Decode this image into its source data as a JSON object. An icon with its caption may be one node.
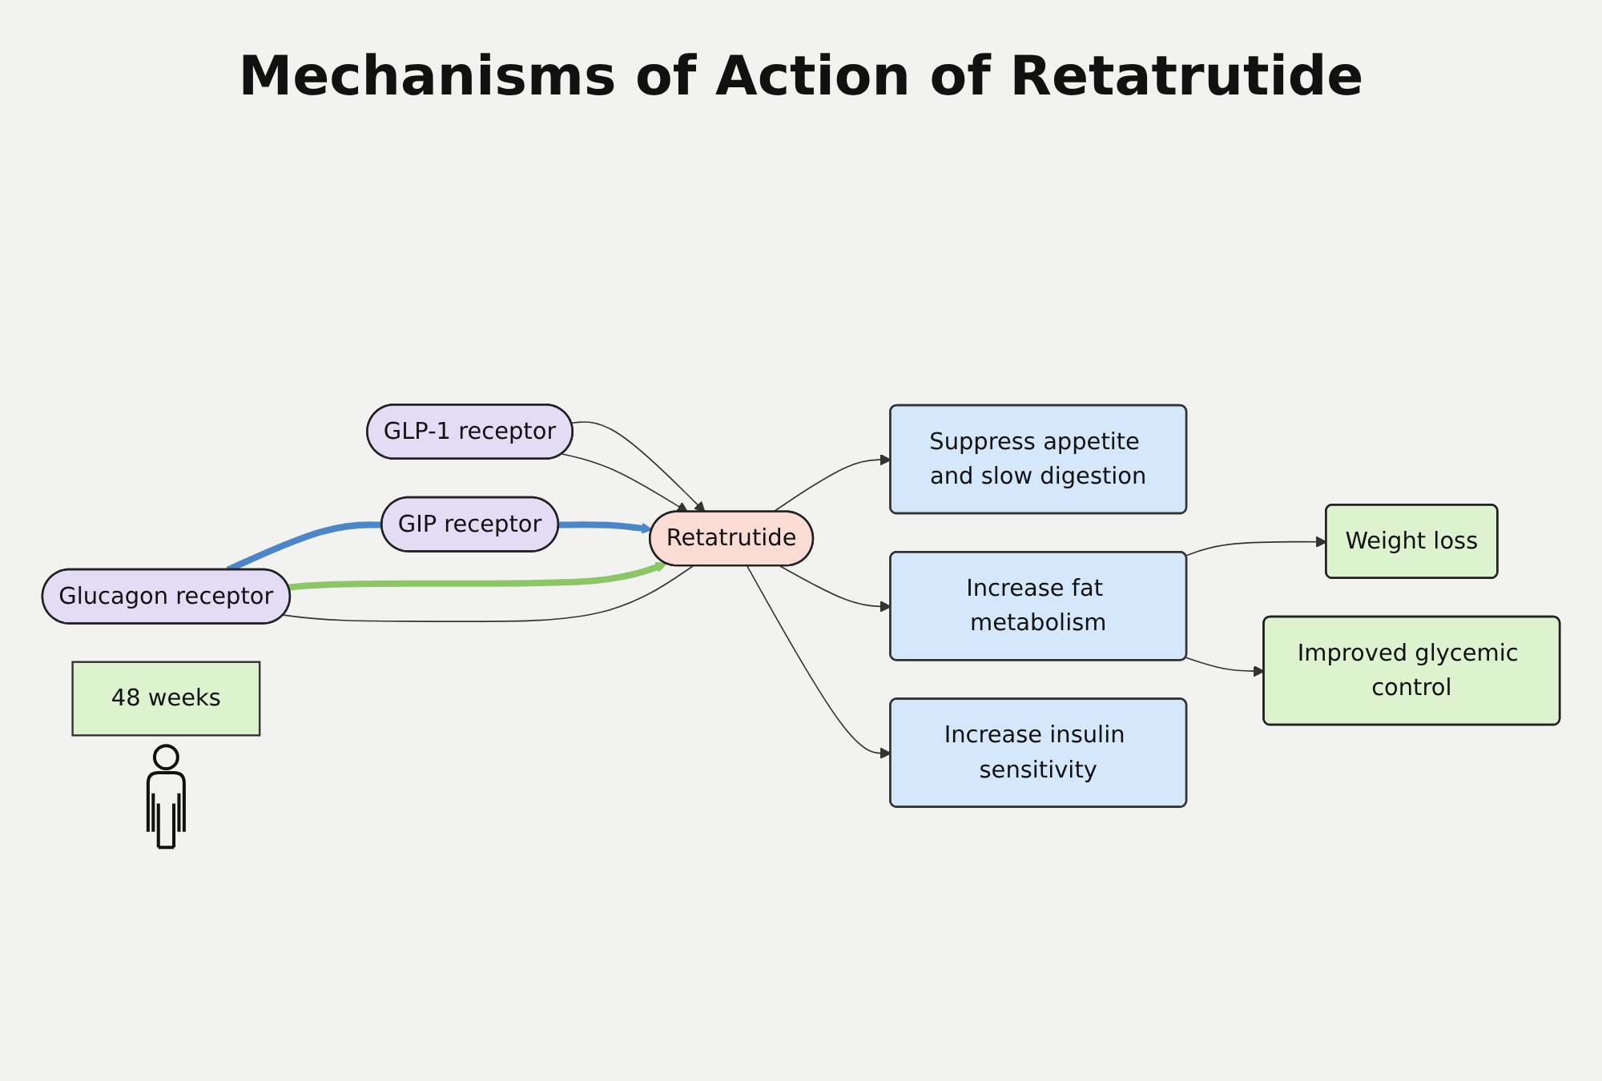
{
  "diagram": {
    "title": "Mechanisms of Action of Retatrutide",
    "nodes": [
      {
        "text": [
          "GLP-1 receptor"
        ]
      },
      {
        "text": [
          "GIP receptor"
        ]
      },
      {
        "text": [
          "Retatrutide"
        ]
      },
      {
        "text": [
          "Glucagon receptor"
        ]
      },
      {
        "text": [
          "Suppress appetite and slow digestion"
        ]
      },
      {
        "text": [
          "Increase fat metabolism"
        ]
      },
      {
        "text": [
          "Increase insulin sensitivity"
        ]
      },
      {
        "text": [
          "48 weeks"
        ]
      },
      {
        "text": [
          "Weight loss"
        ]
      },
      {
        "text": [
          "Improved glycemic control"
        ]
      },
      {
        "text": [],
        "shape": "person"
      }
    ],
    "edges": [
      {
        "from": 0,
        "to": 2,
        "arrow": "to"
      },
      {
        "from": 0,
        "to": 2,
        "arrow": "to"
      },
      {
        "from": 1,
        "to": 2,
        "arrow": "to",
        "style": "thick",
        "color": "#4a86c8"
      },
      {
        "from": 3,
        "to": 1,
        "arrow": "none",
        "style": "thick",
        "color": "#4a86c8"
      },
      {
        "from": 3,
        "to": 2,
        "arrow": "to",
        "style": "thick",
        "color": "#8cc665"
      },
      {
        "from": 3,
        "to": 2,
        "arrow": "none"
      },
      {
        "from": 2,
        "to": 4,
        "arrow": "to"
      },
      {
        "from": 2,
        "to": 5,
        "arrow": "to"
      },
      {
        "from": 2,
        "to": 6,
        "arrow": "to"
      },
      {
        "from": 5,
        "to": 8,
        "arrow": "to"
      },
      {
        "from": 5,
        "to": 9,
        "arrow": "to"
      }
    ]
  }
}
